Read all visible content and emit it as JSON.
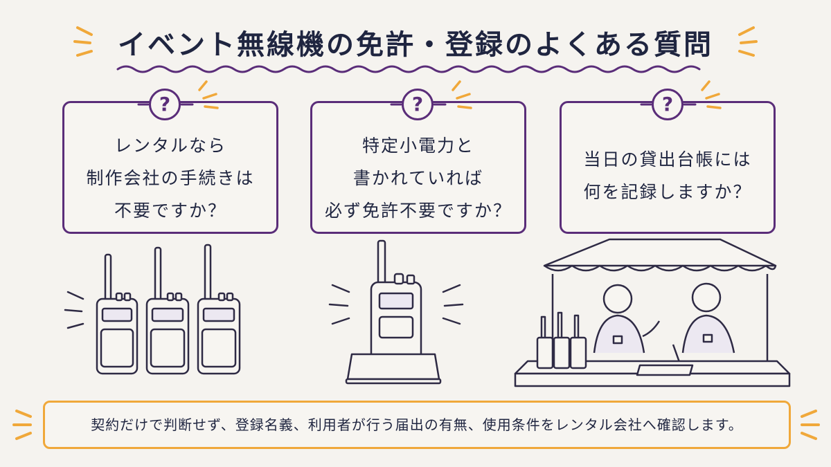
{
  "title": "イベント無線機の免許・登録のよくある質問",
  "cards": [
    {
      "badge": "?",
      "lines": [
        "レンタルなら",
        "制作会社の手続きは",
        "不要ですか？"
      ]
    },
    {
      "badge": "?",
      "lines": [
        "特定小電力と",
        "書かれていれば",
        "必ず免許不要ですか？"
      ]
    },
    {
      "badge": "?",
      "lines": [
        "当日の貸出台帳には",
        "何を記録しますか？"
      ]
    }
  ],
  "note": "契約だけで判断せず、登録名義、利用者が行う届出の有無、使用条件をレンタル会社へ確認します。",
  "colors": {
    "accent_purple": "#5a2d79",
    "accent_orange": "#f0a83a",
    "text_navy": "#1f2540",
    "background": "#f5f3ef"
  },
  "illustrations": [
    "three-radios-illustration",
    "radio-charger-illustration",
    "rental-desk-illustration"
  ]
}
